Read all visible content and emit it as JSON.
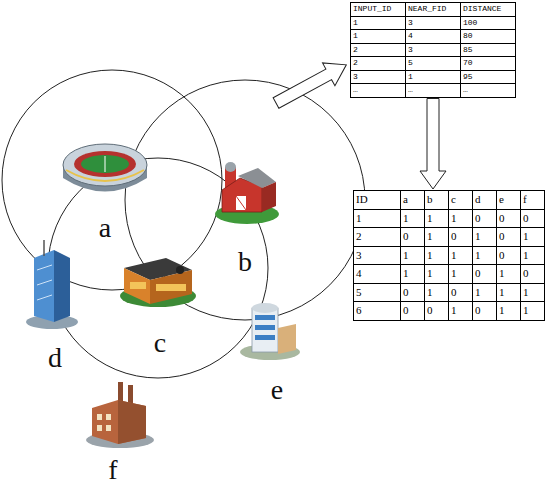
{
  "diagram": {
    "nodes": [
      {
        "text": [
          "INPUT_ID",
          "NEAR_FID",
          "DISTANCE",
          "1",
          "3",
          "100",
          "1",
          "4",
          "80",
          "2",
          "3",
          "85",
          "2",
          "5",
          "70",
          "3",
          "1",
          "95",
          "…",
          "…",
          "…"
        ]
      },
      {
        "text": [
          "ID",
          "a",
          "b",
          "c",
          "d",
          "e",
          "f",
          "1",
          "1",
          "1",
          "1",
          "0",
          "0",
          "0",
          "2",
          "0",
          "1",
          "0",
          "1",
          "0",
          "1",
          "3",
          "1",
          "1",
          "1",
          "1",
          "0",
          "1",
          "4",
          "1",
          "1",
          "1",
          "0",
          "1",
          "0",
          "5",
          "0",
          "1",
          "0",
          "1",
          "1",
          "1",
          "6",
          "0",
          "0",
          "1",
          "0",
          "1",
          "1"
        ]
      }
    ],
    "edges": [
      {
        "from": 0,
        "to": 1,
        "arrow": "to"
      }
    ],
    "labels": [
      "a",
      "b",
      "c",
      "d",
      "e",
      "f"
    ]
  }
}
